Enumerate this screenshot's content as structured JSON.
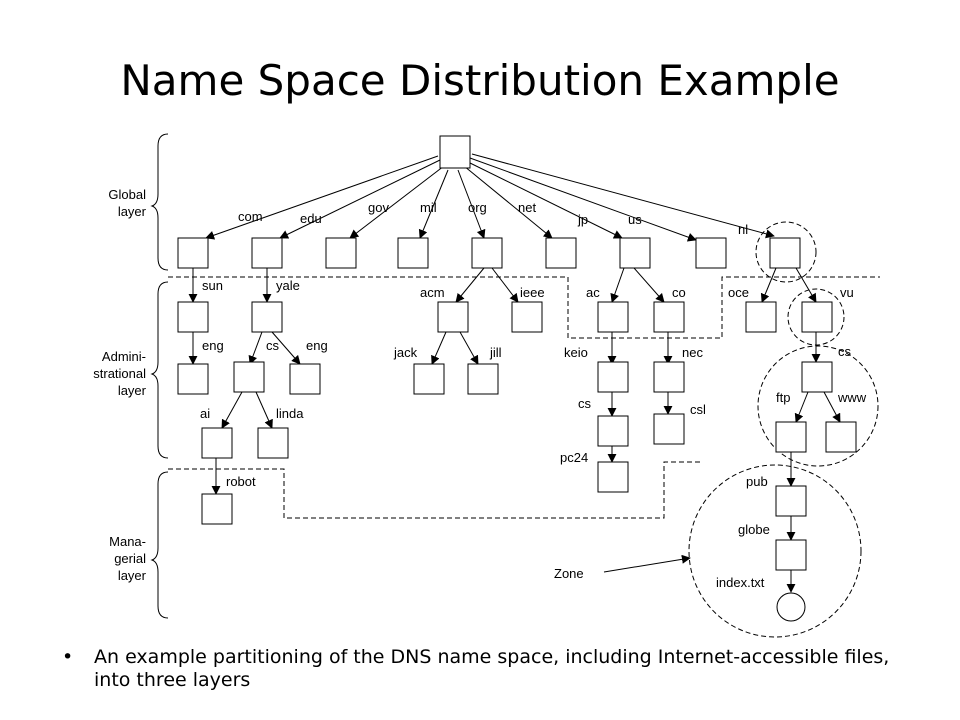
{
  "title": "Name Space Distribution Example",
  "layers": {
    "global": [
      "Global",
      "layer"
    ],
    "administrational": [
      "Admini-",
      "strational",
      "layer"
    ],
    "managerial": [
      "Mana-",
      "gerial",
      "layer"
    ]
  },
  "labels": {
    "com": "com",
    "edu": "edu",
    "gov": "gov",
    "mil": "mil",
    "org": "org",
    "net": "net",
    "jp": "jp",
    "us": "us",
    "nl": "nl",
    "sun": "sun",
    "yale": "yale",
    "acm": "acm",
    "ieee": "ieee",
    "ac": "ac",
    "co": "co",
    "oce": "oce",
    "vu": "vu",
    "eng_sun": "eng",
    "cs_yale": "cs",
    "eng_yale": "eng",
    "jack": "jack",
    "jill": "jill",
    "keio": "keio",
    "nec": "nec",
    "cs_vu": "cs",
    "ai": "ai",
    "linda": "linda",
    "cs_keio": "cs",
    "csl": "csl",
    "ftp": "ftp",
    "www": "www",
    "pc24": "pc24",
    "robot": "robot",
    "pub": "pub",
    "globe": "globe",
    "index_txt": "index.txt",
    "zone": "Zone"
  },
  "caption": {
    "bullet": "•",
    "text": "An example partitioning of the DNS name space, including Internet-accessible files, into three layers"
  }
}
